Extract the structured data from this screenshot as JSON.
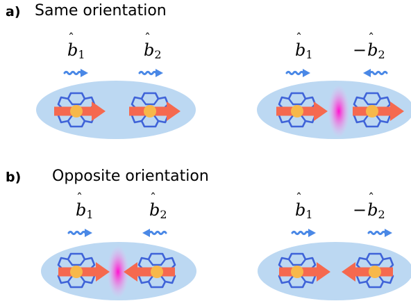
{
  "sections": [
    {
      "label": "a)",
      "title": "Same orientation",
      "panels": [
        {
          "left_op": {
            "sign": "",
            "symbol": "b",
            "sub": "1"
          },
          "right_op": {
            "sign": "",
            "symbol": "b",
            "sub": "2"
          }
        },
        {
          "left_op": {
            "sign": "",
            "symbol": "b",
            "sub": "1"
          },
          "right_op": {
            "sign": "−",
            "symbol": "b",
            "sub": "2"
          }
        }
      ]
    },
    {
      "label": "b)",
      "title": "Opposite orientation",
      "panels": [
        {
          "left_op": {
            "sign": "",
            "symbol": "b",
            "sub": "1"
          },
          "right_op": {
            "sign": "",
            "symbol": "b",
            "sub": "2"
          }
        },
        {
          "left_op": {
            "sign": "",
            "symbol": "b",
            "sub": "1"
          },
          "right_op": {
            "sign": "−",
            "symbol": "b",
            "sub": "2"
          }
        }
      ]
    }
  ],
  "colors": {
    "ellipse": "#bcd8f2",
    "molecule": "#3f63d8",
    "dipole_arrow": "#f5694f",
    "center_atom": "#f7b84a",
    "photon": "#4a88e6",
    "exciton_glow": "#ff1fd0"
  }
}
